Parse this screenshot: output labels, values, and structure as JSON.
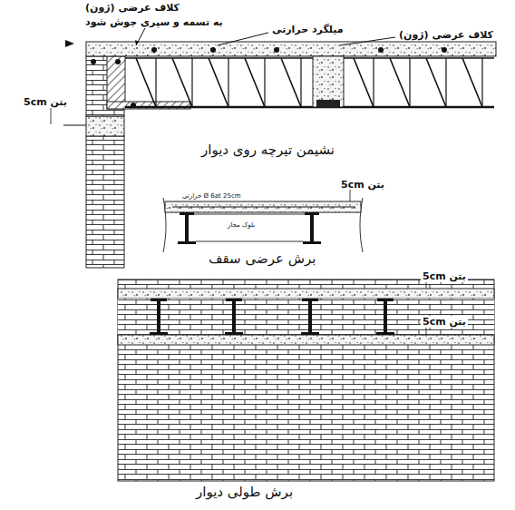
{
  "diagram": {
    "labels": [
      "کلاف عرضی (ژون)",
      "به تسمه و سپری جوش شود",
      "میلگرد حرارتی",
      "کلاف عرضی (ژون)",
      "بتن 5cm",
      "نشیمن تیرچه روی دیوار",
      "بتن 5cm",
      "Ø 6at 25cm حرارتی",
      "بلوک مجاز",
      "برش عرضی سقف",
      "بتن 5cm",
      "بتن 5cm",
      "برش طولی دیوار"
    ]
  }
}
